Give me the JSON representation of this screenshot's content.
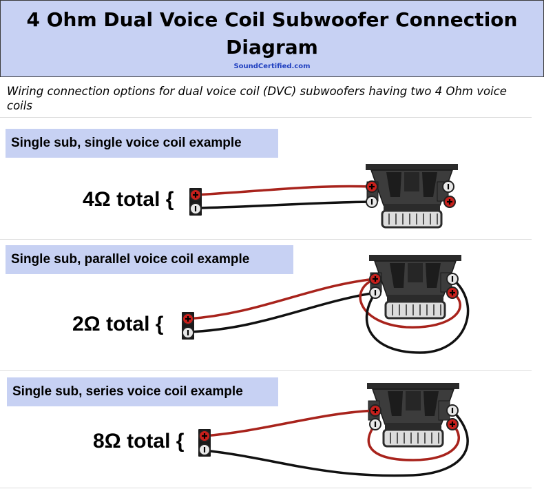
{
  "header": {
    "title": "4 Ohm Dual Voice Coil Subwoofer Connection Diagram",
    "site": "SoundCertified.com"
  },
  "subtitle": "Wiring connection options for dual voice coil (DVC) subwoofers having two 4 Ohm voice coils",
  "examples": [
    {
      "label": "Single sub, single voice coil example",
      "total": "4Ω total {"
    },
    {
      "label": "Single sub, parallel voice coil example",
      "total": "2Ω total {"
    },
    {
      "label": "Single sub, series voice coil example",
      "total": "8Ω total {"
    }
  ],
  "colors": {
    "header_bg": "#c7d1f3",
    "positive_wire": "#a8231c",
    "negative_wire": "#111111",
    "terminal_red": "#c8201c",
    "site_link": "#1f3fbf"
  },
  "icons": {
    "positive": "plus-terminal-icon",
    "negative": "minus-terminal-icon",
    "speaker": "subwoofer-icon"
  }
}
